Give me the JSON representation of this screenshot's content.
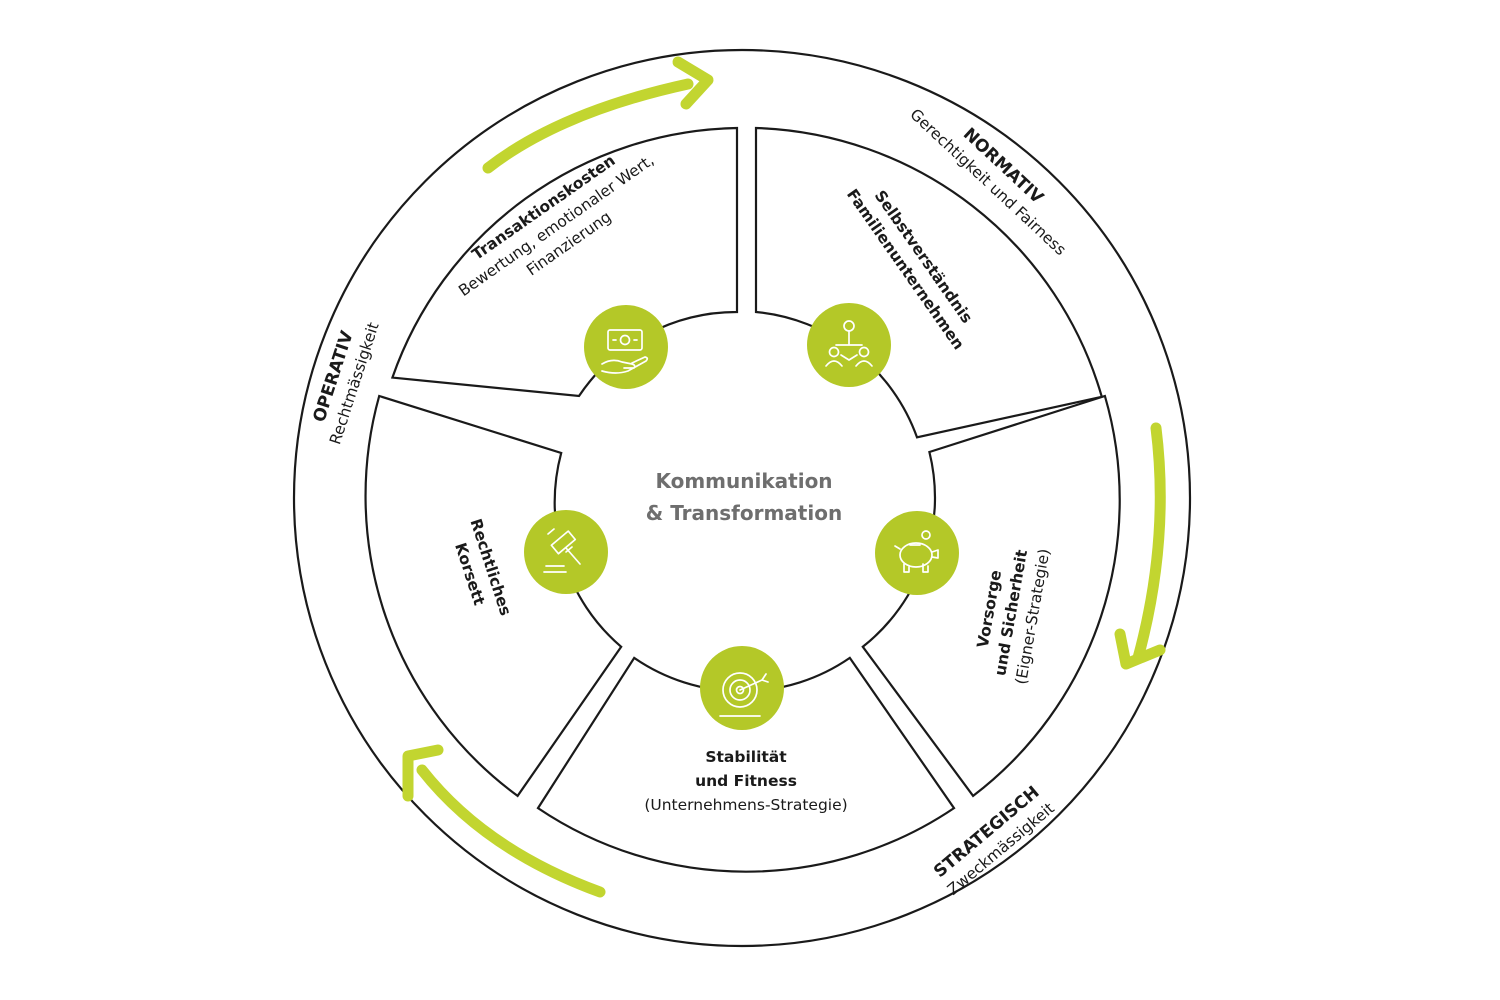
{
  "center": {
    "line1": "Kommunikation",
    "line2": "& Transformation"
  },
  "segments": {
    "transaktion": {
      "title": "Transaktionskosten",
      "line2": "Bewertung, emotionaler Wert,",
      "line3": "Finanzierung",
      "icon": "money-hand-icon"
    },
    "selbst": {
      "line1": "Selbstverständnis",
      "line2": "Familienunternehmen",
      "icon": "org-chart-icon"
    },
    "vorsorge": {
      "line1": "Vorsorge",
      "line2": "und Sicherheit",
      "line3": "(Eigner-Strategie)",
      "icon": "piggy-bank-icon"
    },
    "stabil": {
      "line1": "Stabilität",
      "line2": "und Fitness",
      "line3": "(Unternehmens-Strategie)",
      "icon": "target-icon"
    },
    "recht": {
      "line1": "Rechtliches",
      "line2": "Korsett",
      "icon": "gavel-icon"
    }
  },
  "outer": {
    "normativ": {
      "title": "NORMATIV",
      "sub": "Gerechtigkeit und Fairness"
    },
    "strategisch": {
      "title": "STRATEGISCH",
      "sub": "Zweckmässigkeit"
    },
    "operativ": {
      "title": "OPERATIV",
      "sub": "Rechtmässigkeit"
    }
  },
  "colors": {
    "accent": "#b4c828",
    "arrow": "#c2d530",
    "line": "#1a1a1a",
    "center_text": "#6e6e6e"
  }
}
